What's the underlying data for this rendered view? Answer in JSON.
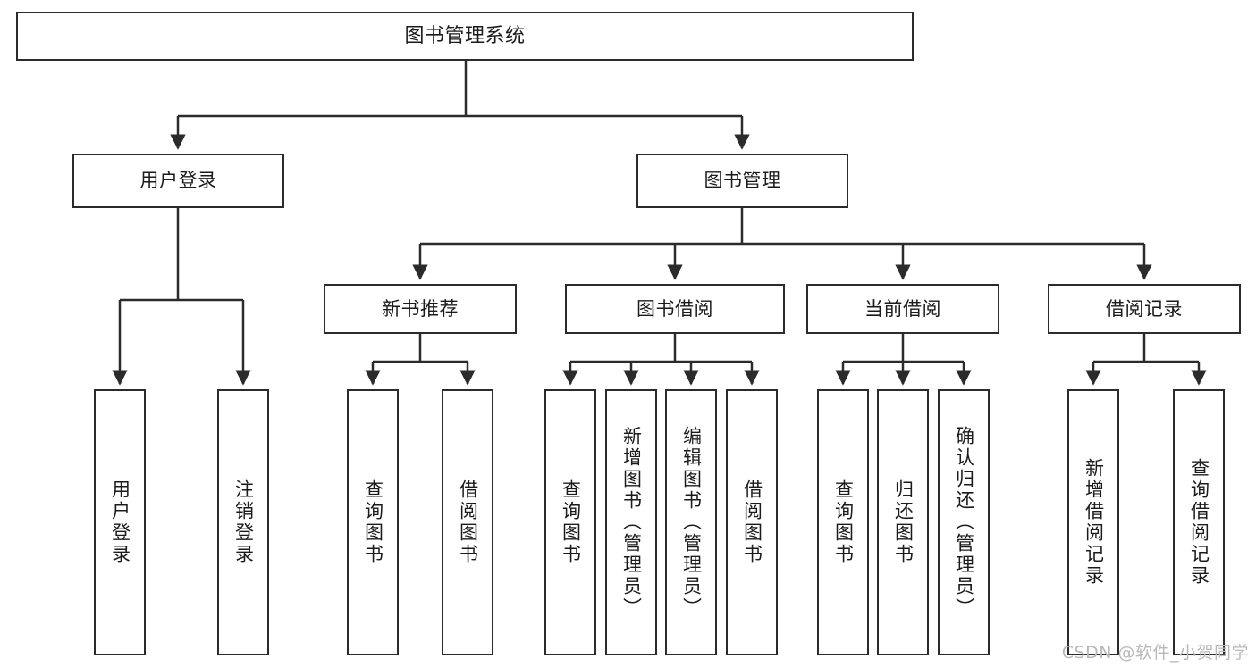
{
  "diagram": {
    "type": "tree-structure-chart",
    "title": "图书管理系统",
    "colors": {
      "stroke": "#2b2b2b",
      "fill": "#ffffff",
      "text": "#1b1b1b",
      "watermark": "#b9b9b9"
    },
    "root": {
      "label": "图书管理系统"
    },
    "level2": [
      {
        "label": "用户登录"
      },
      {
        "label": "图书管理"
      }
    ],
    "level3": [
      {
        "label": "新书推荐"
      },
      {
        "label": "图书借阅"
      },
      {
        "label": "当前借阅"
      },
      {
        "label": "借阅记录"
      }
    ],
    "leaves": {
      "user_login": [
        {
          "label": "用户登录"
        },
        {
          "label": "注销登录"
        }
      ],
      "new_book_recommend": [
        {
          "label": "查询图书"
        },
        {
          "label": "借阅图书"
        }
      ],
      "book_borrow": [
        {
          "label": "查询图书"
        },
        {
          "label": "新增图书（管理员）"
        },
        {
          "label": "编辑图书（管理员）"
        },
        {
          "label": "借阅图书"
        }
      ],
      "current_borrow": [
        {
          "label": "查询图书"
        },
        {
          "label": "归还图书"
        },
        {
          "label": "确认归还（管理员）"
        }
      ],
      "borrow_record": [
        {
          "label": "新增借阅记录"
        },
        {
          "label": "查询借阅记录"
        }
      ]
    }
  },
  "watermark": {
    "text": "CSDN @软件_小贺同学"
  }
}
